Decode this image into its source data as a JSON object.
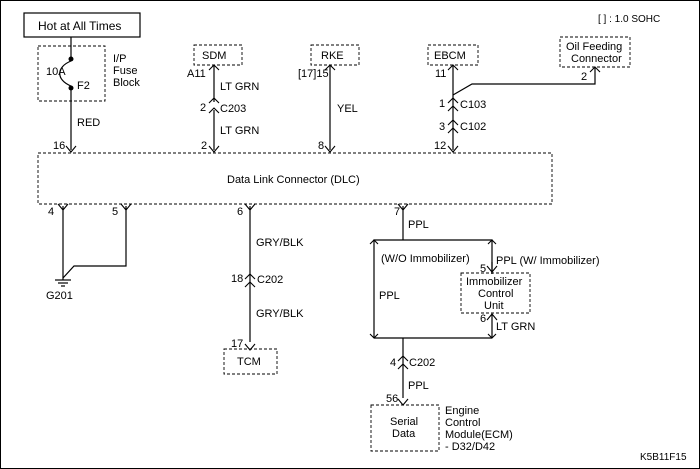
{
  "header": {
    "power_label": "Hot at All Times",
    "note": "[ ] : 1.0 SOHC",
    "figure_code": "K5B11F15"
  },
  "fuse": {
    "rating": "10A",
    "name": "F2",
    "block_line1": "I/P",
    "block_line2": "Fuse",
    "block_line3": "Block",
    "wire_color": "RED",
    "dlc_pin": "16"
  },
  "sdm": {
    "label": "SDM",
    "pin": "A11",
    "wire_color_1": "LT GRN",
    "connector_pin": "2",
    "connector": "C203",
    "wire_color_2": "LT GRN",
    "dlc_pin": "2"
  },
  "rke": {
    "label": "RKE",
    "pin": "[17]15",
    "wire_color": "YEL",
    "dlc_pin": "8"
  },
  "ebcm": {
    "label": "EBCM",
    "pin": "11",
    "c103_pin": "1",
    "c103": "C103",
    "c102_pin": "3",
    "c102": "C102",
    "dlc_pin": "12"
  },
  "oil": {
    "label_line1": "Oil Feeding",
    "label_line2": "Connector",
    "pin": "2"
  },
  "dlc": {
    "label": "Data Link Connector (DLC)",
    "pin_4": "4",
    "pin_5": "5",
    "pin_6": "6",
    "pin_7": "7"
  },
  "ground": {
    "label": "G201"
  },
  "tcm": {
    "wire_color_1": "GRY/BLK",
    "c202_pin": "18",
    "connector": "C202",
    "wire_color_2": "GRY/BLK",
    "pin": "17",
    "label": "TCM"
  },
  "ecm_branch": {
    "wire_color_top": "PPL",
    "wo_immobilizer": "(W/O Immobilizer)",
    "w_immobilizer": "PPL (W/ Immobilizer)",
    "wo_wire_color": "PPL",
    "icu_pin_in": "5",
    "icu_line1": "Immobilizer",
    "icu_line2": "Control",
    "icu_line3": "Unit",
    "icu_pin_out": "6",
    "icu_wire_color": "LT GRN",
    "c202_pin": "4",
    "c202": "C202",
    "wire_color_bottom": "PPL",
    "ecm_pin": "56",
    "ecm_box_line1": "Serial",
    "ecm_box_line2": "Data",
    "ecm_line1": "Engine",
    "ecm_line2": "Control",
    "ecm_line3": "Module(ECM)",
    "ecm_line4": "- D32/D42"
  },
  "colors": {
    "line": "#000000",
    "background": "#ffffff"
  }
}
